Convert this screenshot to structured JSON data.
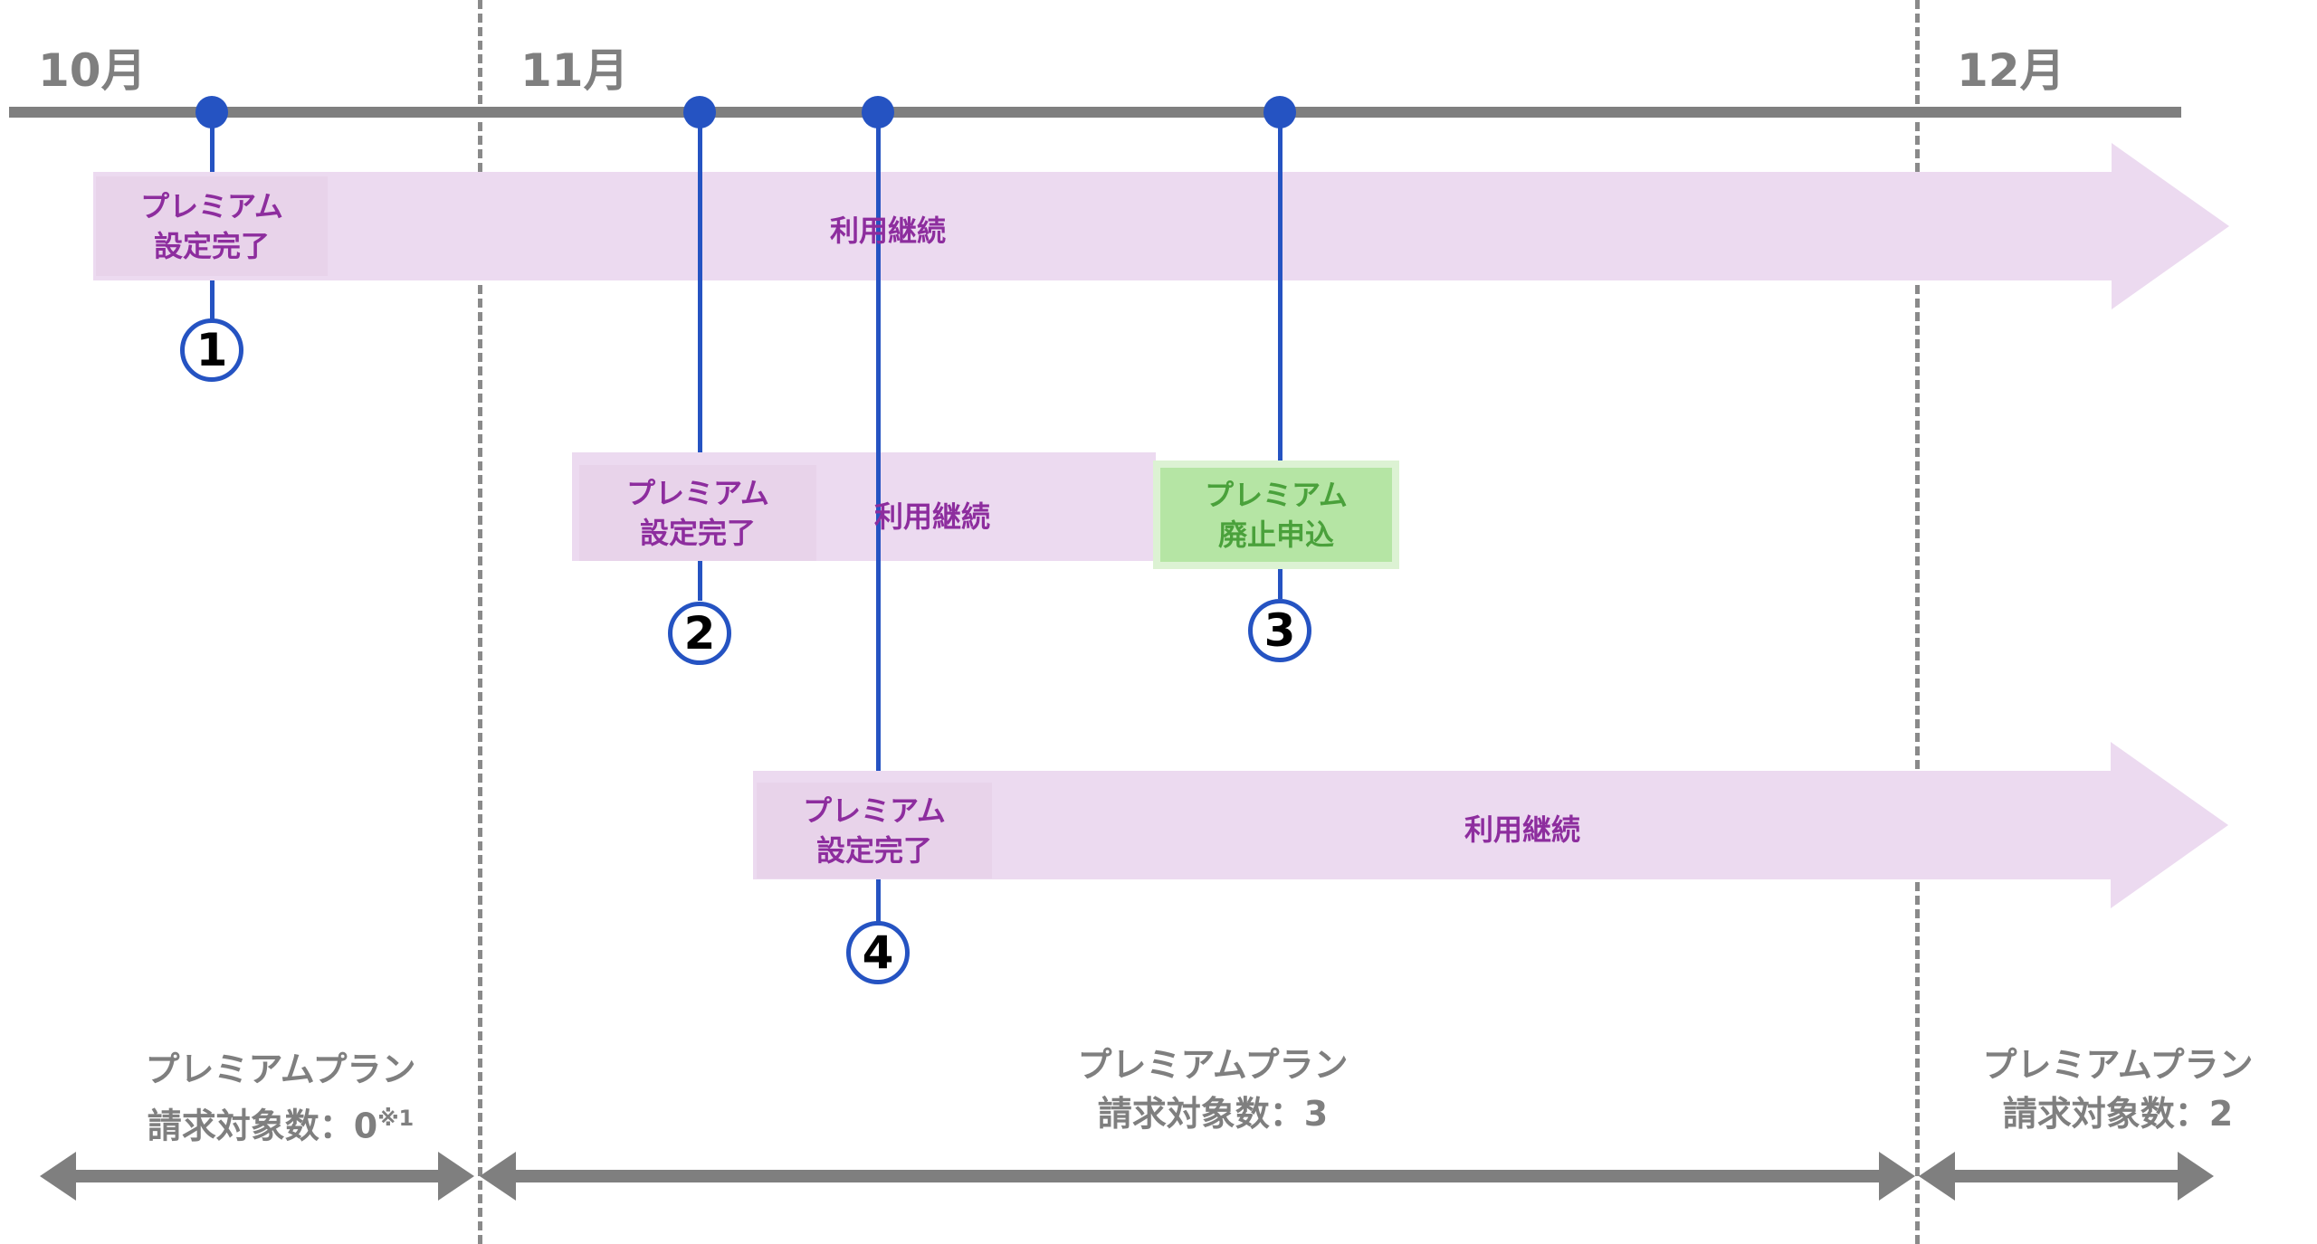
{
  "months": [
    "10月",
    "11月",
    "12月"
  ],
  "events": [
    {
      "number": "1",
      "tag": [
        "プレミアム",
        "設定完了"
      ],
      "continue_label": "利用継続"
    },
    {
      "number": "2",
      "tag": [
        "プレミアム",
        "設定完了"
      ],
      "continue_label": "利用継続"
    },
    {
      "number": "3",
      "tag": [
        "プレミアム",
        "廃止申込"
      ]
    },
    {
      "number": "4",
      "tag": [
        "プレミアム",
        "設定完了"
      ],
      "continue_label": "利用継続"
    }
  ],
  "billing": [
    {
      "title": "プレミアムプラン",
      "count_label": "請求対象数：0",
      "note": "※1"
    },
    {
      "title": "プレミアムプラン",
      "count_label": "請求対象数：3"
    },
    {
      "title": "プレミアムプラン",
      "count_label": "請求対象数：2"
    }
  ],
  "colors": {
    "axis": "#7f7f7f",
    "marker": "#2553c2",
    "usage": "#ecdaf0",
    "usage_text": "#8d2d9e",
    "cancel_bg": "#b5e5a4",
    "cancel_text": "#4aa13b"
  }
}
